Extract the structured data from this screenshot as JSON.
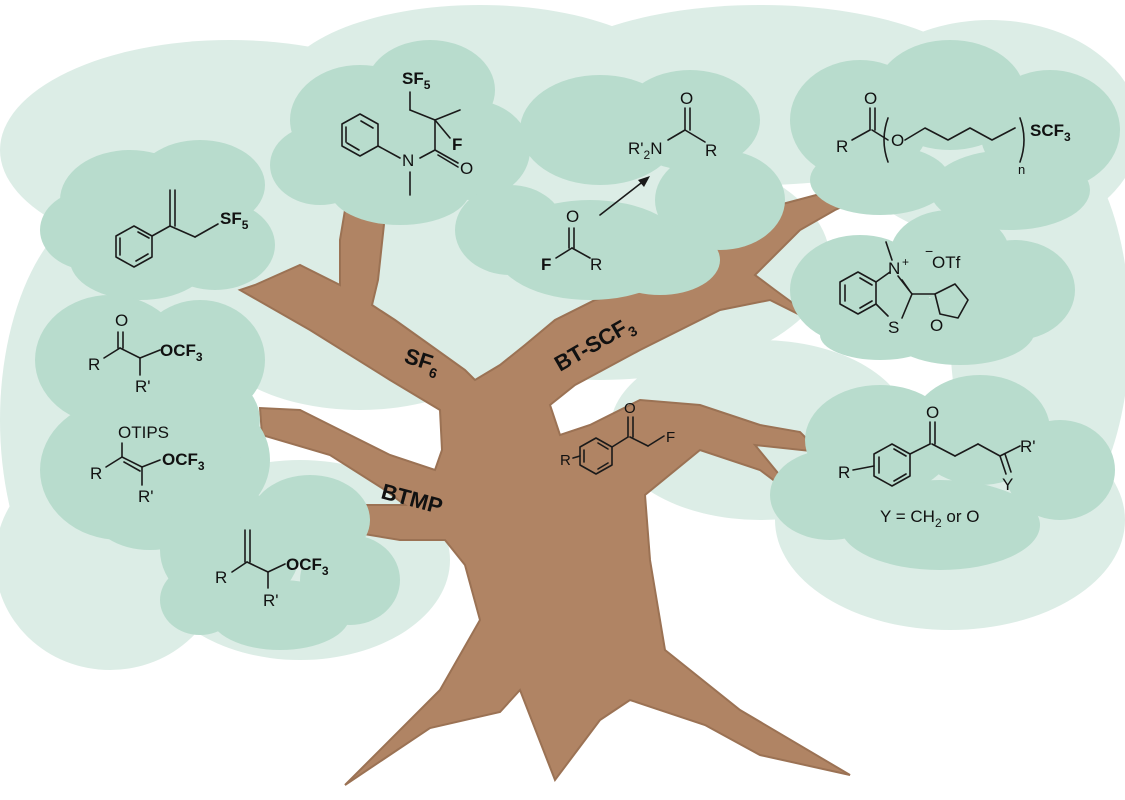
{
  "branches": {
    "sf6": {
      "main": "SF",
      "sub": "6"
    },
    "btscf3": {
      "main": "BT-SCF",
      "sub": "3"
    },
    "btmp": {
      "main": "BTMP"
    }
  },
  "molecules": {
    "allyl_sf5": {
      "group": "SF",
      "sub": "5"
    },
    "amide_sf5": {
      "group": "SF",
      "sub": "5",
      "f": "F",
      "n": "N",
      "o": "O"
    },
    "amide_from_acyl": {
      "r2n": "R'",
      "n_sub": "2",
      "n": "N",
      "r": "R",
      "o": "O"
    },
    "acyl_fluoride": {
      "f": "F",
      "r": "R",
      "o": "O"
    },
    "polyester_scf3": {
      "r": "R",
      "o1": "O",
      "o2": "O",
      "group": "SCF",
      "sub": "3",
      "n": "n"
    },
    "bt_salt": {
      "n": "N",
      "plus": "+",
      "s": "S",
      "o": "O",
      "minus": "−",
      "otf": "OTf"
    },
    "keto_ocf3": {
      "o": "O",
      "r": "R",
      "rp": "R'",
      "group": "OCF",
      "sub": "3"
    },
    "enol_ocf3": {
      "otips": "OTIPS",
      "r": "R",
      "rp": "R'",
      "group": "OCF",
      "sub": "3"
    },
    "allyl_ocf3": {
      "r": "R",
      "rp": "R'",
      "group": "OCF",
      "sub": "3"
    },
    "fluoroketone": {
      "r": "R",
      "o": "O",
      "f": "F"
    },
    "keto_alkene": {
      "r": "R",
      "o": "O",
      "rp": "R'",
      "y": "Y",
      "caption_pre": "Y = CH",
      "caption_sub": "2",
      "caption_post": " or O"
    }
  },
  "colors": {
    "canopy_light": "#dcede6",
    "canopy": "#b8dccd",
    "trunk": "#b08464",
    "trunk_outline": "#9b7254",
    "bond": "#1a1a1a"
  }
}
